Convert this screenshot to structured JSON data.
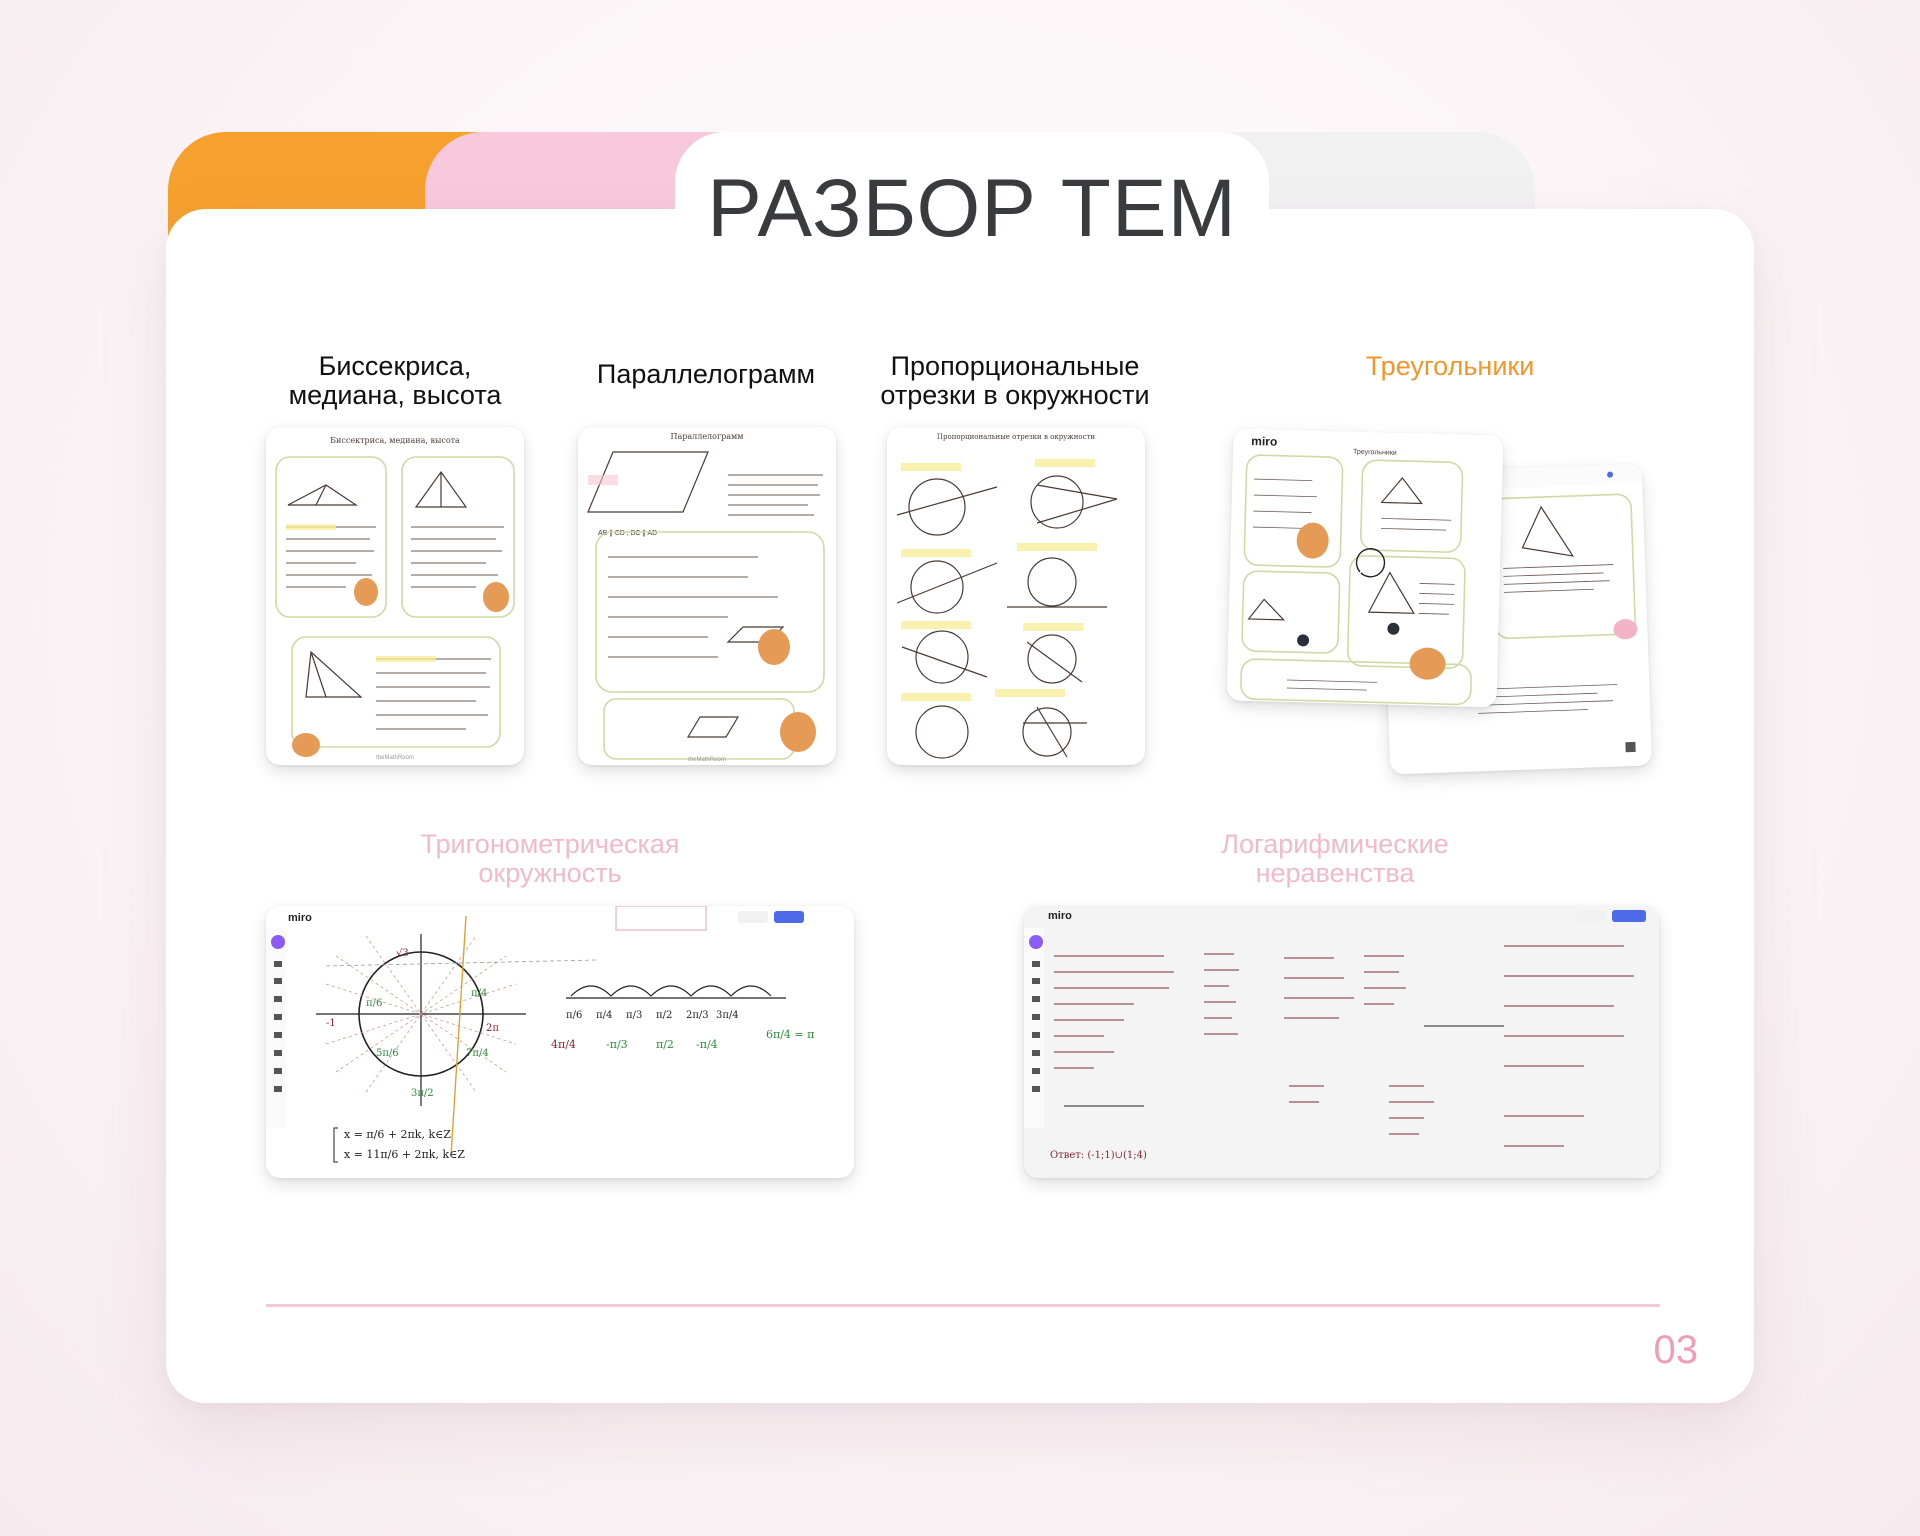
{
  "header": {
    "title": "РАЗБОР ТЕМ"
  },
  "topics": [
    {
      "label": "Биссекриса,\nмедиана, высота"
    },
    {
      "label": "Параллелограмм"
    },
    {
      "label": "Пропорциональные\nотрезки в окружности"
    },
    {
      "label": "Треугольники"
    },
    {
      "label": "Тригонометрическая\nокружность"
    },
    {
      "label": "Логарифмические\nнеравенства"
    }
  ],
  "thumbnails": {
    "bisector": {
      "heading": "Биссектриса, медиана, высота",
      "footer": "theMathRoom"
    },
    "parallelogram": {
      "heading": "Параллелограмм",
      "footer": "theMathRoom"
    },
    "circle": {
      "heading": "Пропорциональные отрезки в окружности"
    },
    "triangles": {
      "app": "miro",
      "heading": "Треугольники"
    },
    "trig": {
      "app": "miro",
      "formula_1": "x = π/6 + 2πk, k∈Z",
      "formula_2": "x = 11π/6 + 2πk, k∈Z"
    },
    "log": {
      "app": "miro",
      "answer": "Ответ: (-1;1)∪(1;4)"
    }
  },
  "footer": {
    "page_number": "03"
  },
  "colors": {
    "orange": "#f6a12e",
    "pink": "#f8c9dc",
    "muted_pink": "#f2b9c9",
    "accent": "#f0962a"
  }
}
